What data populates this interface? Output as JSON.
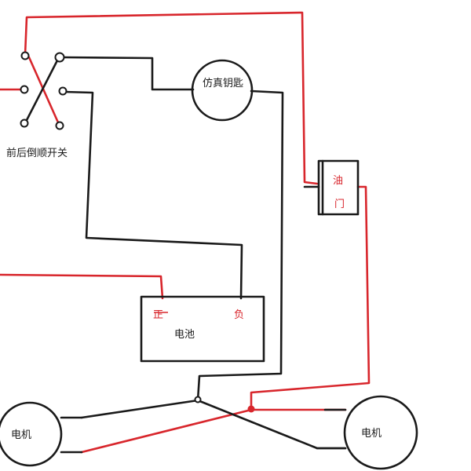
{
  "colors": {
    "black_wire": "#1a1a1a",
    "red_wire": "#d8262c",
    "background": "#ffffff"
  },
  "labels": {
    "switch": "前后倒顺开关",
    "key": "仿真钥匙",
    "throttle_top": "油",
    "throttle_bottom": "门",
    "battery": "电池",
    "battery_positive": "正",
    "battery_negative": "负",
    "motor_left": "电机",
    "motor_right": "电机"
  }
}
